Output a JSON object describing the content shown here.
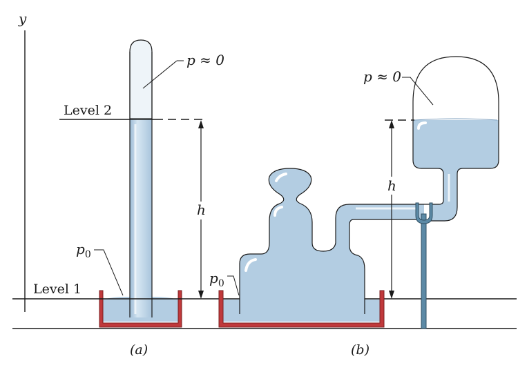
{
  "axis": {
    "y_label": "y"
  },
  "levels": {
    "level2": "Level 2",
    "level1": "Level 1"
  },
  "symbols": {
    "height": "h",
    "pressure_zero_a": "p ≈ 0",
    "pressure_zero_b": "p ≈ 0",
    "p0_prefix": "p",
    "p0_sub": "0"
  },
  "captions": {
    "a": "(a)",
    "b": "(b)"
  },
  "colors": {
    "fluid": "#b3cde2",
    "fluid_edge": "#7d9fbe",
    "dish": "#c0393b",
    "dish_edge": "#7a1f22",
    "pipe": "#5c8aa6",
    "line": "#1a1a1a",
    "highlight": "#ffffff"
  }
}
